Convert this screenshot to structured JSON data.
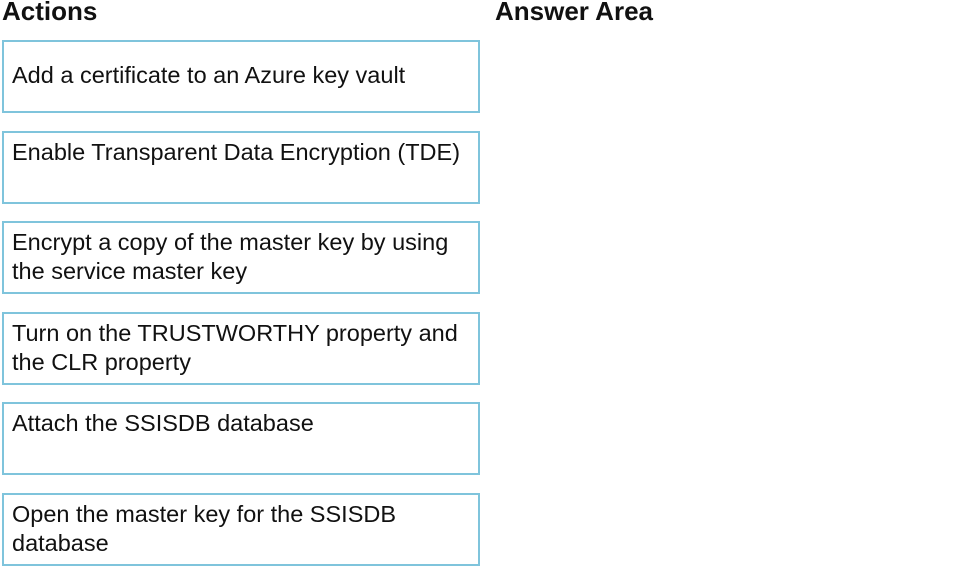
{
  "headings": {
    "actions": "Actions",
    "answer_area": "Answer Area"
  },
  "actions": [
    "Add a certificate to an Azure key vault",
    "Enable Transparent Data Encryption (TDE)",
    "Encrypt a copy of the master key by using the service master key",
    "Turn on the TRUSTWORTHY property and the CLR property",
    "Attach the SSISDB database",
    "Open the master key for the SSISDB database"
  ],
  "colors": {
    "box_border": "#7fc4dc"
  }
}
